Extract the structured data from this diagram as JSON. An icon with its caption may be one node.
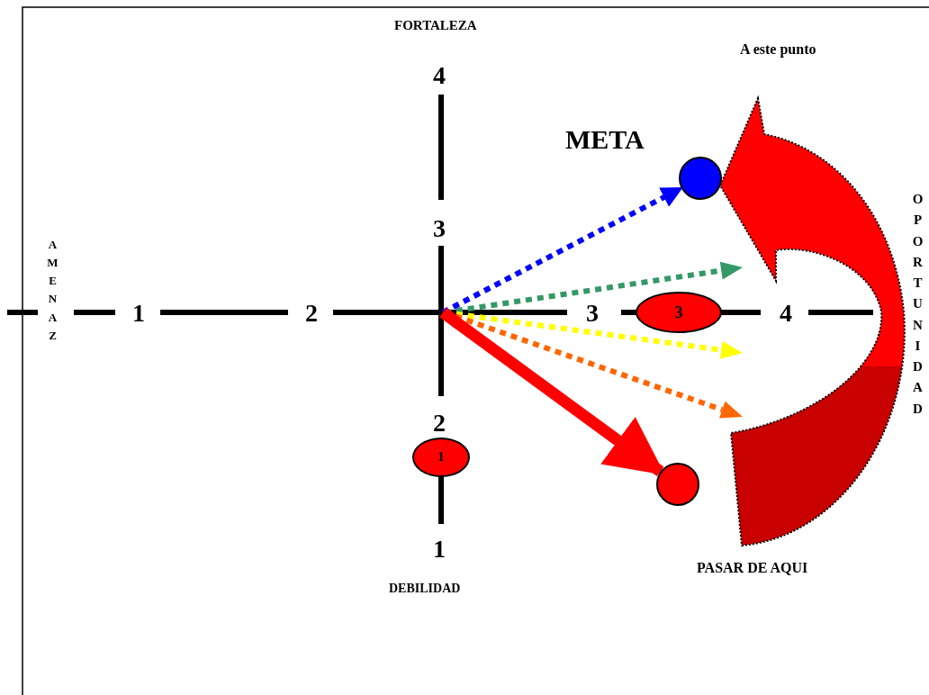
{
  "diagram": {
    "nodes": [
      {
        "text": [],
        "shape": "circle",
        "beside": [
          "META"
        ]
      },
      {
        "text": [
          "3"
        ]
      },
      {
        "text": [
          "1"
        ]
      },
      {
        "text": [],
        "shape": "circle"
      }
    ],
    "edges": [
      {
        "from": null,
        "to": 0,
        "arrow": "to",
        "style": "dashed",
        "color": "#0000ff"
      },
      {
        "from": null,
        "to": 3,
        "arrow": "to",
        "style": "thick",
        "color": "#ff0000"
      },
      {
        "from": 3,
        "to": 0,
        "arrow": "to",
        "style": "thick",
        "color": "#ff0000"
      }
    ],
    "labels": [
      "FORTALEZA",
      "A este punto",
      "4",
      "3",
      "AMENAZ",
      "OPORTUNIDAD",
      "1",
      "2",
      "3",
      "4",
      "2",
      "1",
      "PASAR DE AQUI",
      "DEBILIDAD"
    ]
  }
}
